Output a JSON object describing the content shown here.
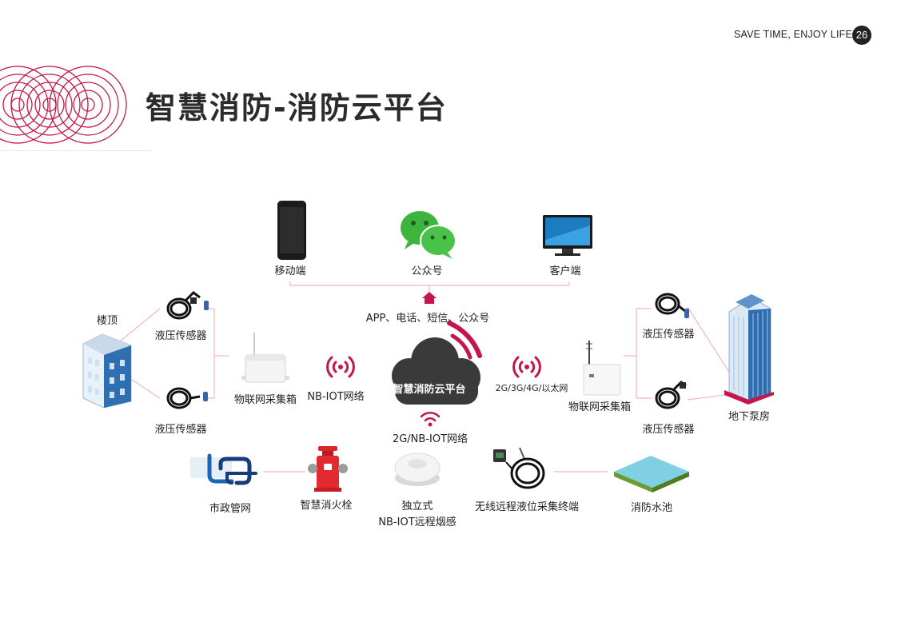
{
  "header": {
    "slogan": "SAVE TIME, ENJOY LIFE",
    "page_number": "26",
    "title": "智慧消防-消防云平台"
  },
  "diagram": {
    "center_label": "智慧消防云平台",
    "top_nodes": {
      "mobile": "移动端",
      "official_account": "公众号",
      "client": "客户端"
    },
    "notify_label": "APP、电话、短信、公众号",
    "left": {
      "rooftop": "楼顶",
      "sensor_top": "液压传感器",
      "sensor_bottom": "液压传感器",
      "collector": "物联网采集箱",
      "network": "NB-IOT网络"
    },
    "right": {
      "pump_room": "地下泵房",
      "sensor_top": "液压传感器",
      "sensor_bottom": "液压传感器",
      "collector": "物联网采集箱",
      "network": "2G/3G/4G/以太网"
    },
    "bottom_network": "2G/NB-IOT网络",
    "bottom_nodes": {
      "municipal_pipe": "市政管网",
      "hydrant": "智慧消火栓",
      "smoke_line1": "独立式",
      "smoke_line2": "NB-IOT远程烟感",
      "level_terminal": "无线远程液位采集终端",
      "fire_pool": "消防水池"
    },
    "colors": {
      "accent": "#c4164a",
      "connector": "#f0b8c0",
      "cloud": "#3a3a3a"
    }
  }
}
